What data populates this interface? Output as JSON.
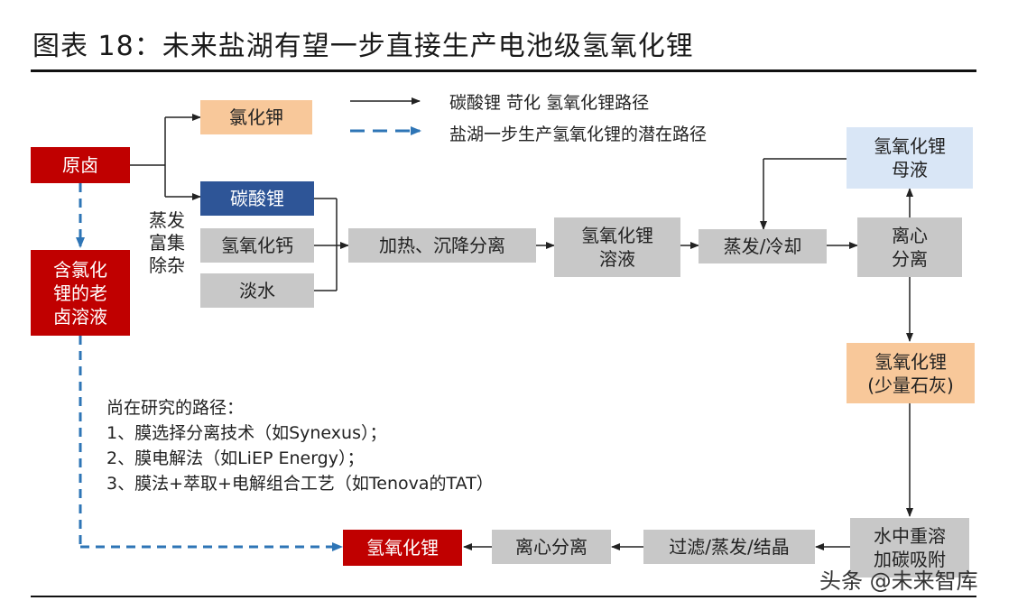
{
  "title": "图表 18：未来盐湖有望一步直接生产电池级氢氧化锂",
  "legend": {
    "solid_label": "碳酸锂 苛化 氢氧化锂路径",
    "dashed_label": "盐湖一步生产氢氧化锂的潜在路径"
  },
  "nodes": {
    "yuanlu": "原卤",
    "kcl": "氯化钾",
    "li2co3": "碳酸锂",
    "cacl2": "氢氧化钙",
    "water": "淡水",
    "old_brine": "含氯化\n锂的老\n卤溶液",
    "heat_sep": "加热、沉降分离",
    "lioh_solution": "氢氧化锂\n溶液",
    "evap_cool": "蒸发/冷却",
    "mother_liquor": "氢氧化锂\n母液",
    "centrifuge1": "离心\n分离",
    "lioh_lime": "氢氧化锂\n(少量石灰)",
    "redissolve": "水中重溶\n加碳吸附",
    "filter": "过滤/蒸发/结晶",
    "centrifuge2": "离心分离",
    "lioh_final": "氢氧化锂"
  },
  "side_label": "蒸发\n富集\n除杂",
  "notes": {
    "heading": "尚在研究的路径：",
    "items": [
      "1、膜选择分离技术（如Synexus）；",
      "2、膜电解法（如LiEP Energy）；",
      "3、膜法+萃取+电解组合工艺（如Tenova的TAT）"
    ]
  },
  "watermark": "头条 @未来智库",
  "colors": {
    "red": "#c00000",
    "orange": "#f8c89a",
    "blue_dark": "#2e5597",
    "blue_light": "#d9e6f6",
    "grey": "#c8c8c8",
    "dashed_line": "#2e75b6"
  }
}
